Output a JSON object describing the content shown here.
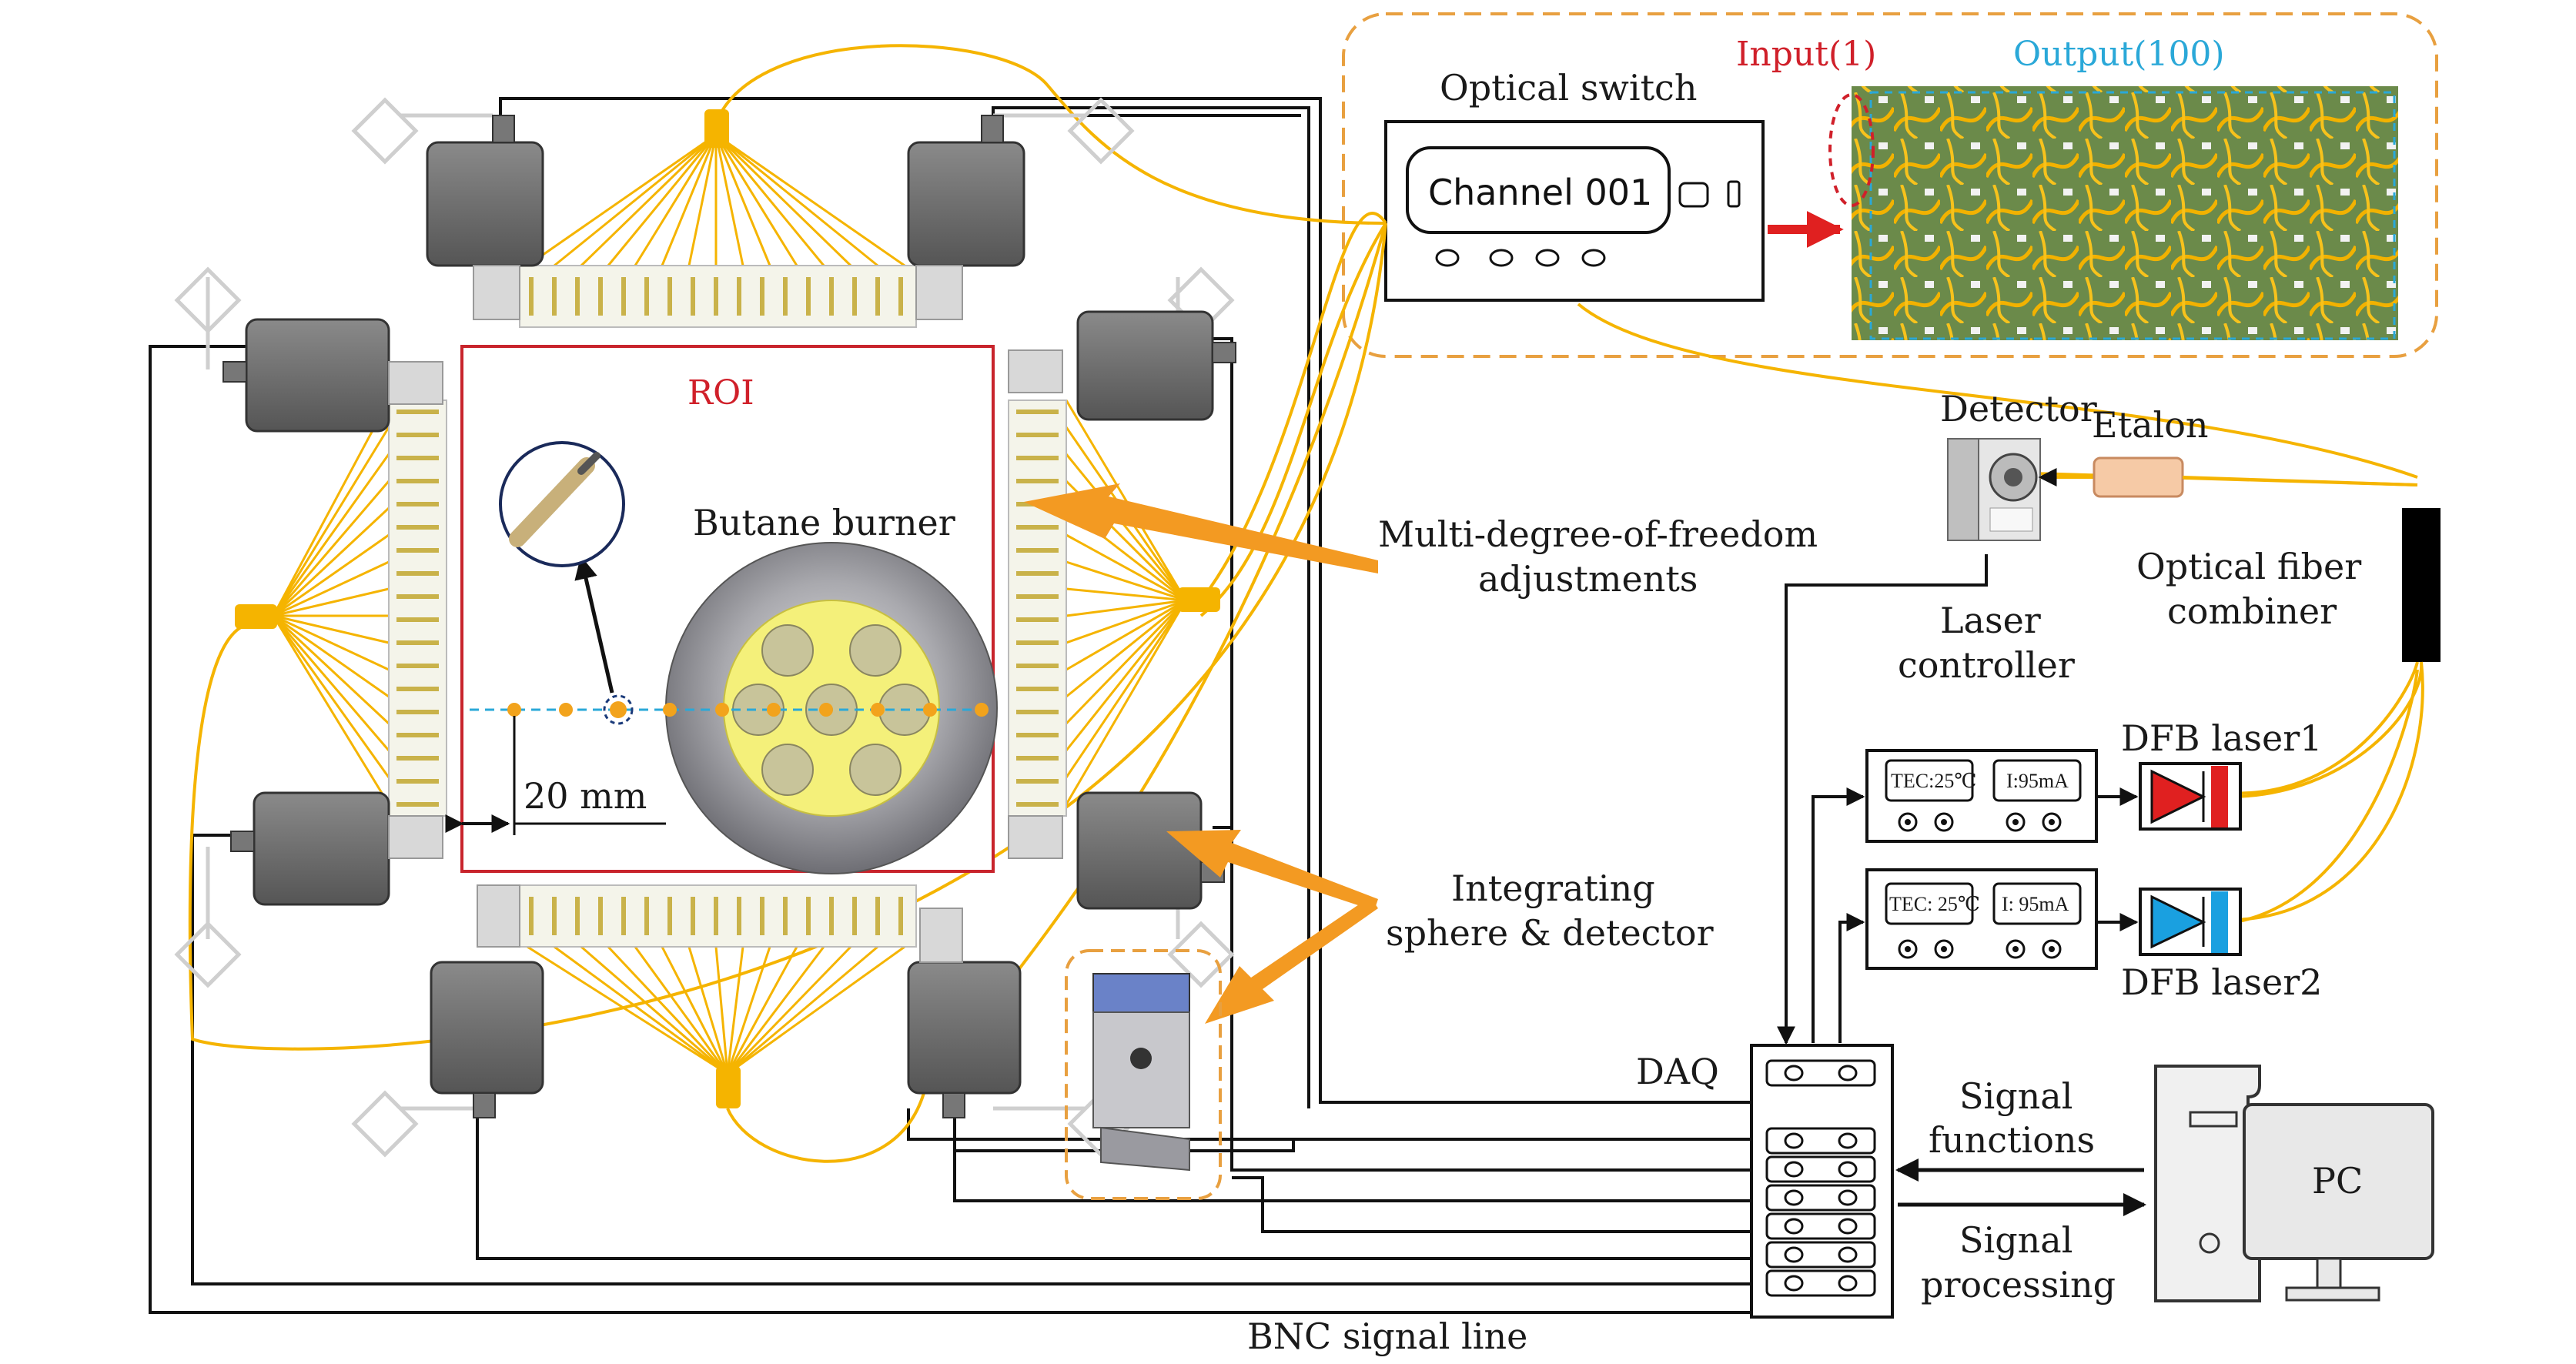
{
  "labels": {
    "optical_switch": "Optical switch",
    "channel": "Channel 001",
    "input": "Input(1)",
    "output": "Output(100)",
    "roi": "ROI",
    "butane_burner": "Butane burner",
    "dimension": "20 mm",
    "multi_dof_line1": "Multi-degree-of-freedom",
    "multi_dof_line2": "adjustments",
    "integrating_line1": "Integrating",
    "integrating_line2": "sphere & detector",
    "detector": "Detector",
    "etalon": "Etalon",
    "optical_fiber_line1": "Optical fiber",
    "optical_fiber_line2": "combiner",
    "laser_controller_line1": "Laser",
    "laser_controller_line2": "controller",
    "tec1": "TEC:25℃",
    "current1": "I:95mA",
    "tec2": "TEC: 25℃",
    "current2": "I: 95mA",
    "dfb1": "DFB laser1",
    "dfb2": "DFB laser2",
    "daq": "DAQ",
    "signal_functions_line1": "Signal",
    "signal_functions_line2": "functions",
    "signal_processing_line1": "Signal",
    "signal_processing_line2": "processing",
    "pc": "PC",
    "bnc": "BNC signal line"
  },
  "colors": {
    "fiber": "#f5b400",
    "roi_border": "#c8242c",
    "arrow_orange": "#f39a22",
    "dashed_region": "#e8a040",
    "laser1": "#e02020",
    "laser2": "#1aa0e0",
    "wire": "#111111"
  }
}
